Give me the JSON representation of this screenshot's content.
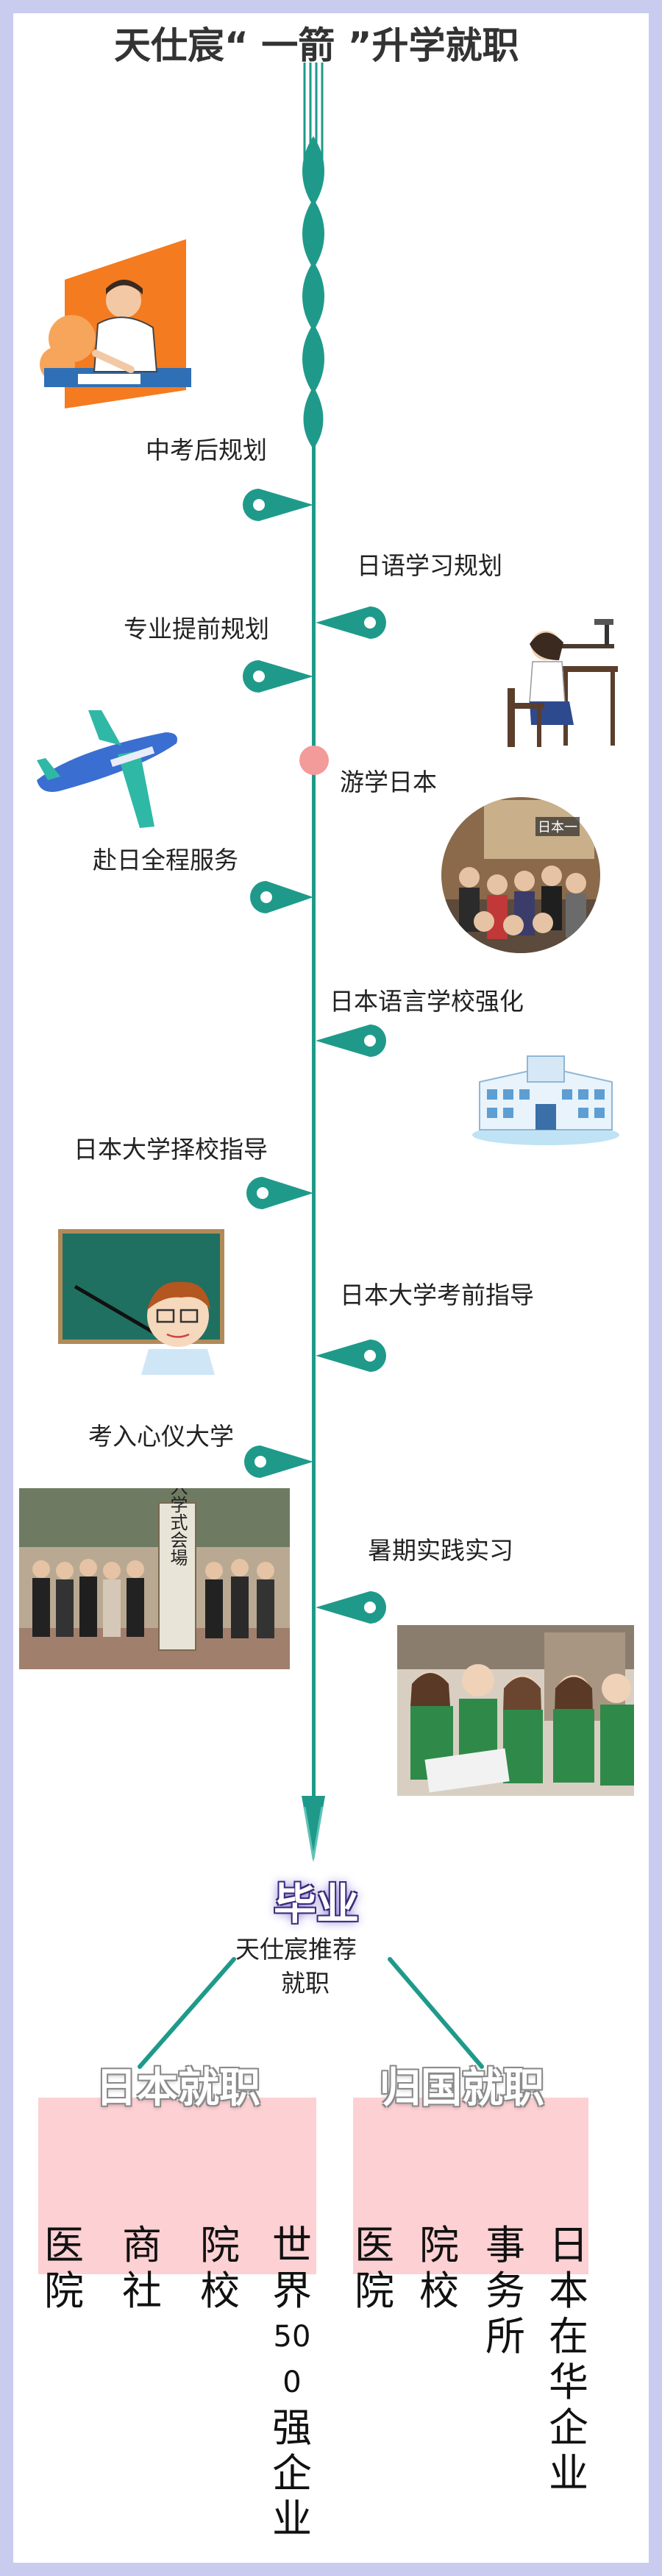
{
  "title": "天仕宸“ 一箭 ”升学就职",
  "timeline": {
    "left": [
      "中考后规划",
      "专业提前规划",
      "赴日全程服务",
      "日本大学择校指导",
      "考入心仪大学"
    ],
    "right": [
      "日语学习规划",
      "游学日本",
      "日本语言学校强化",
      "日本大学考前指导",
      "暑期实践实习"
    ]
  },
  "photo_texts": {
    "ceremony_sign": "入学式会場",
    "banner_text": "日本一"
  },
  "ending": {
    "graduation": "毕业",
    "recommend_line1": "天仕宸推荐",
    "recommend_line2": "就职"
  },
  "japan_jobs": {
    "header": "日本就职",
    "items": [
      "医院",
      "商社",
      "院校",
      "世界500强企业"
    ]
  },
  "china_jobs": {
    "header": "归国就职",
    "items": [
      "医院",
      "院校",
      "事务所",
      "日本在华企业"
    ]
  },
  "colors": {
    "teal": "#1f9a8a",
    "pink": "#fdd0d3",
    "frame": "#c9cbef",
    "dot": "#f39a9a"
  }
}
